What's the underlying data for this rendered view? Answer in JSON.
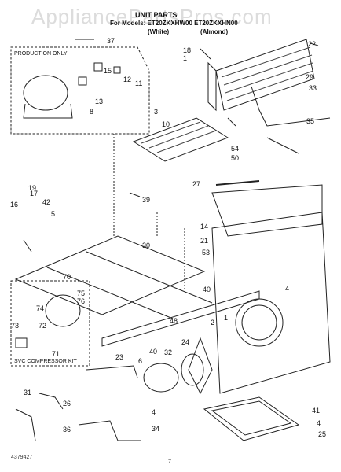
{
  "watermark": "AppliancePartsPros.com",
  "header": {
    "title": "UNIT PARTS",
    "subtitle": "For Models: ET20ZKXHW00  ET20ZKXHN00",
    "color_white": "(White)",
    "color_almond": "(Almond)"
  },
  "annotations": {
    "production_only": "PRODUCTION ONLY",
    "service_compressor": "SVC COMPRESSOR KIT"
  },
  "footer": {
    "doc_number": "4379427",
    "page_number": "7"
  },
  "callouts": [
    "37",
    "18",
    "22",
    "1",
    "15",
    "12",
    "11",
    "13",
    "8",
    "3",
    "10",
    "29",
    "33",
    "35",
    "54",
    "50",
    "19",
    "17",
    "42",
    "39",
    "27",
    "16",
    "5",
    "14",
    "21",
    "30",
    "53",
    "70",
    "40",
    "4",
    "74",
    "75",
    "76",
    "72",
    "73",
    "48",
    "71",
    "2",
    "1",
    "23",
    "32",
    "24",
    "6",
    "40",
    "31",
    "26",
    "4",
    "36",
    "34",
    "41",
    "25",
    "4"
  ]
}
